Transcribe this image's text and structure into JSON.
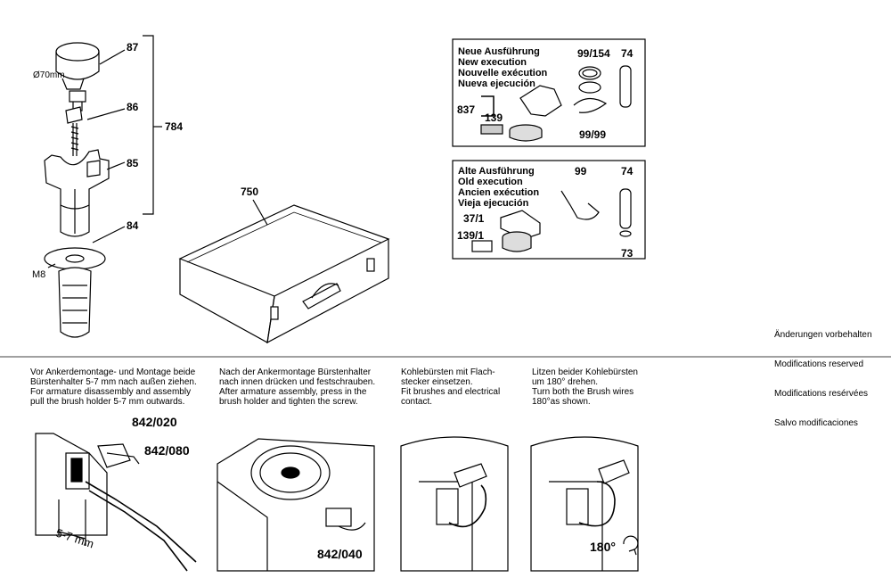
{
  "labels": {
    "p87": "87",
    "p86": "86",
    "p85": "85",
    "p84": "84",
    "p784": "784",
    "d70": "Ø70mm",
    "m8": "M8",
    "p750": "750",
    "p99_154": "99/154",
    "p74_a": "74",
    "p837": "837",
    "p139": "139",
    "p99_99": "99/99",
    "p99": "99",
    "p74_b": "74",
    "p37_1": "37/1",
    "p139_1": "139/1",
    "p73": "73",
    "p842_020": "842/020",
    "p842_080": "842/080",
    "p842_040": "842/040",
    "mm57": "5-7 mm",
    "deg180": "180°"
  },
  "new_box": {
    "lines": [
      "Neue Ausführung",
      "New execution",
      "Nouvelle exécution",
      "Nueva ejecución"
    ]
  },
  "old_box": {
    "lines": [
      "Alte Ausführung",
      "Old execution",
      "Ancien exécution",
      "Vieja ejecución"
    ]
  },
  "changes_note": {
    "lines": [
      "Änderungen vorbehalten",
      "Modifications reserved",
      "Modifications resérvées",
      "Salvo modificaciones"
    ]
  },
  "instructions": {
    "step1": "Vor Ankerdemontage- und Montage beide\nBürstenhalter 5-7 mm nach außen ziehen.\nFor armature disassembly and assembly\npull the brush holder 5-7 mm outwards.",
    "step2": "Nach der Ankermontage Bürstenhalter\nnach innen drücken und festschrauben.\nAfter armature assembly, press in the\nbrush holder and tighten the screw.",
    "step3": "Kohlebürsten mit Flach-\nstecker einsetzen.\nFit brushes and electrical\ncontact.",
    "step4": "Litzen beider Kohlebürsten\num 180° drehen.\nTurn both the Brush wires\n180°as shown."
  }
}
